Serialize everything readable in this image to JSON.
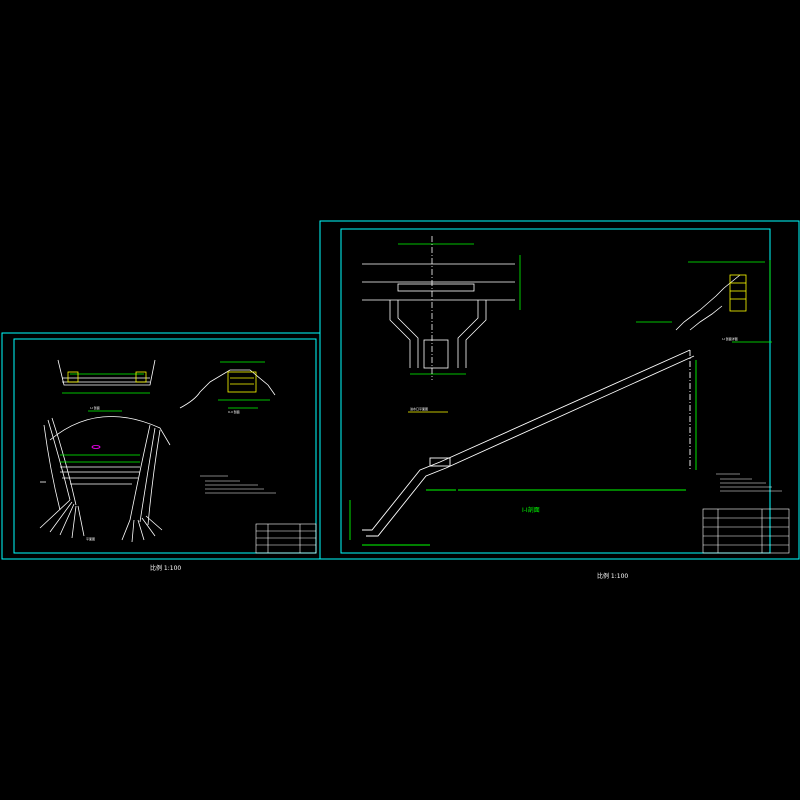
{
  "sheet_left": {
    "scale_caption": "比例 1:100"
  },
  "sheet_right": {
    "section_title": "I-I剖面",
    "scale_caption": "比例 1:100"
  },
  "colors": {
    "background": "#000000",
    "frame": "#00ffff",
    "lines": "#ffffff",
    "dims": "#00ff00",
    "text": "#ffff00",
    "accent": "#ff00ff"
  }
}
